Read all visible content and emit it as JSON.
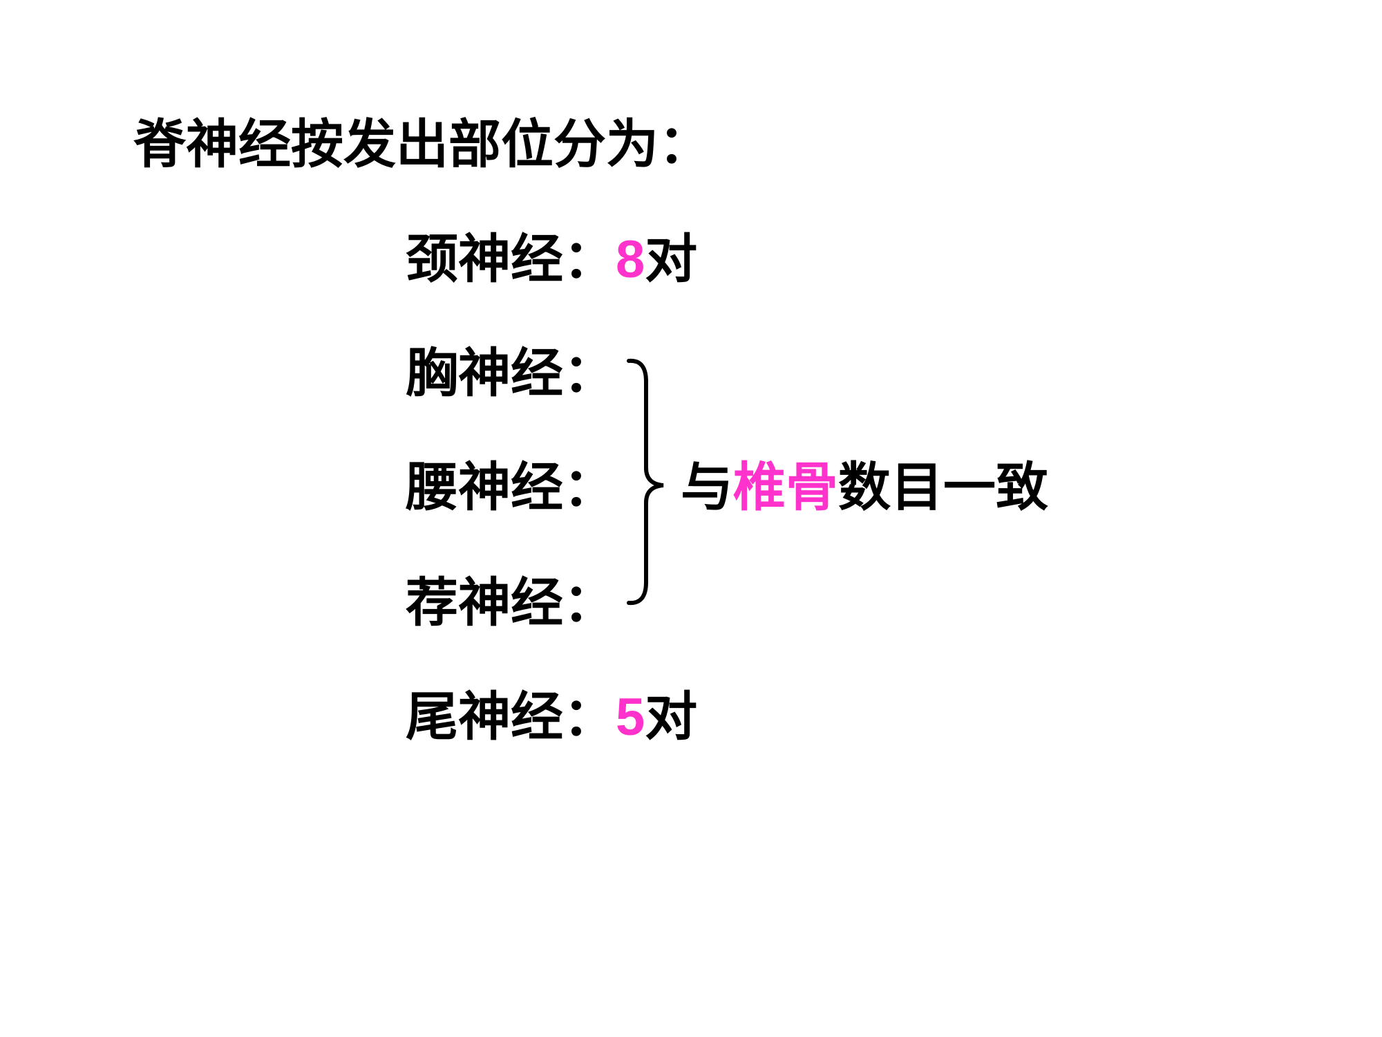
{
  "title": "脊神经按发出部位分为：",
  "rows": [
    {
      "label": "颈神经：",
      "count": "8",
      "unit": "对"
    },
    {
      "label": "胸神经："
    },
    {
      "label": "腰神经："
    },
    {
      "label": "荐神经："
    },
    {
      "label": "尾神经：",
      "count": "5",
      "unit": "对"
    }
  ],
  "note": {
    "prefix": "与",
    "highlight": "椎骨",
    "suffix": "数目一致"
  },
  "colors": {
    "highlight": "#ff33cc",
    "text": "#000000"
  }
}
